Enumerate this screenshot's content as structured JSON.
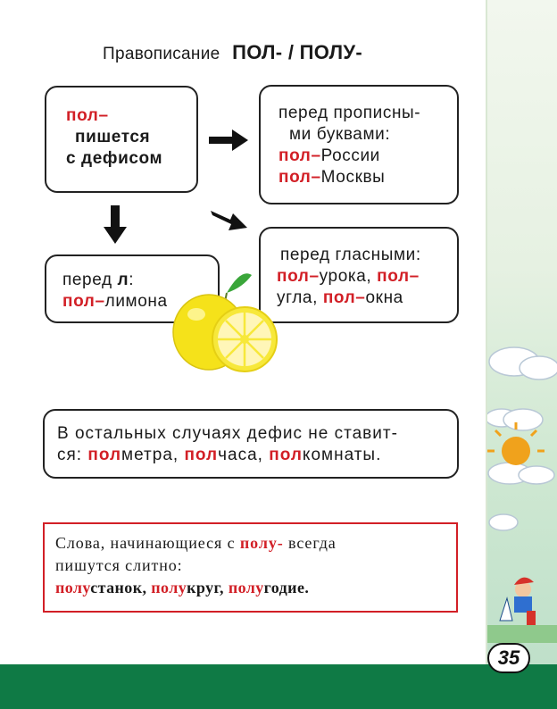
{
  "title": {
    "prefix": "Правописание",
    "forms": "ПОЛ- / ПОЛУ-"
  },
  "box_main": {
    "prefix": "пол–",
    "line2": "пишется",
    "line3": "с дефисом"
  },
  "box_capitals": {
    "line1": "перед прописны-",
    "line2": "ми буквами:",
    "ex1_prefix": "пол–",
    "ex1_rest": "России",
    "ex2_prefix": "пол–",
    "ex2_rest": "Москвы"
  },
  "box_l": {
    "line1_a": "перед ",
    "line1_b": "л",
    "line1_c": ":",
    "ex_prefix": "пол–",
    "ex_rest": "лимона"
  },
  "box_vowels": {
    "line1": "перед гласными:",
    "ex1_prefix": "пол–",
    "ex1_rest": "урока, ",
    "ex2_prefix": "пол–",
    "ex3_rest": "угла, ",
    "ex3_prefix": "пол–",
    "ex4_rest": "окна"
  },
  "box_other": {
    "line1": "В остальных случаях дефис не ставит-",
    "line2_a": "ся: ",
    "ex1_prefix": "пол",
    "ex1_rest": "метра, ",
    "ex2_prefix": "пол",
    "ex2_rest": "часа, ",
    "ex3_prefix": "пол",
    "ex3_rest": "комнаты."
  },
  "rule_box": {
    "line1_a": "Слова, начинающиеся с ",
    "line1_prefix": "полу-",
    "line1_b": " всегда",
    "line2": "пишутся слитно:",
    "ex1_prefix": "полу",
    "ex1_rest": "станок, ",
    "ex2_prefix": "полу",
    "ex2_rest": "круг, ",
    "ex3_prefix": "полу",
    "ex3_rest": "годие."
  },
  "page_number": "35",
  "colors": {
    "accent_red": "#d21f26",
    "footer_green": "#0f7a45",
    "lemon": "#f5e21a"
  }
}
